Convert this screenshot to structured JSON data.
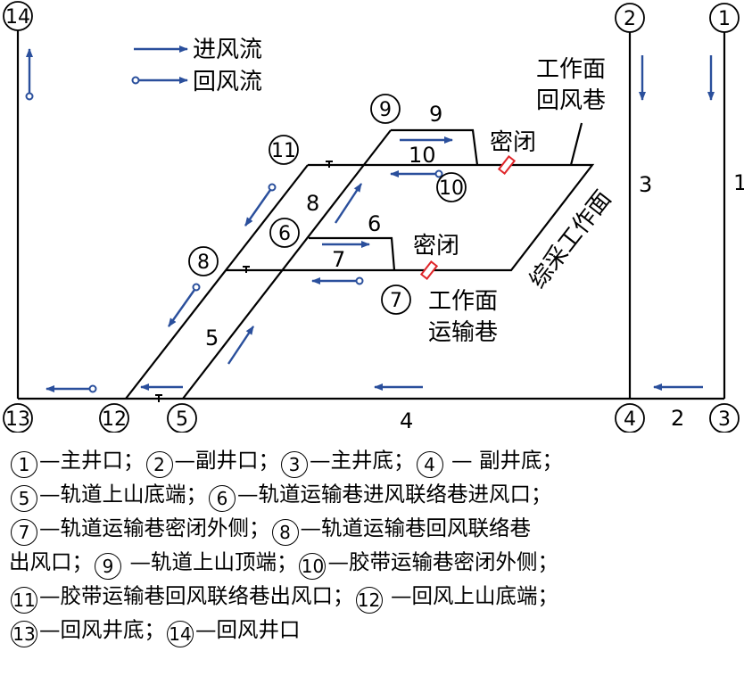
{
  "flow_legend": {
    "intake": "进风流",
    "return": "回风流"
  },
  "labels": {
    "work_face_return_1": "工作面",
    "work_face_return_2": "回风巷",
    "seal_upper": "密闭",
    "seal_lower": "密闭",
    "mining_face": "综采工作面",
    "work_face_transport_1": "工作面",
    "work_face_transport_2": "运输巷"
  },
  "nodes": {
    "n1": "1",
    "n2": "2",
    "n3": "3",
    "n4": "4",
    "n5": "5",
    "n6": "6",
    "n7": "7",
    "n8": "8",
    "n9": "9",
    "n10": "10",
    "n11": "11",
    "n12": "12",
    "n13": "13",
    "n14": "14"
  },
  "branches": {
    "b1": "1",
    "b2": "2",
    "b3": "3",
    "b4": "4",
    "b5": "5",
    "b6": "6",
    "b7": "7",
    "b8": "8",
    "b9": "9",
    "b10": "10"
  },
  "legend": {
    "l1": "—主井口；",
    "l2": "—副井口；",
    "l3": "—主井底；",
    "l4": " — 副井底；",
    "l5": "—轨道上山底端；",
    "l6": "—轨道运输巷进风联络巷进风口；",
    "l7": "—轨道运输巷密闭外侧；",
    "l8": "—轨道运输巷回风联络巷",
    "l8b": "出风口；",
    "l9": " —轨道上山顶端；",
    "l10": "—胶带运输巷密闭外侧；",
    "l11": "—胶带运输巷回风联络巷出风口；",
    "l12": " —回风上山底端；",
    "l13": "—回风井底；",
    "l14": "—回风井口"
  },
  "colors": {
    "arrow": "#2a4f9c",
    "seal": "#e0262a",
    "line": "#000000"
  }
}
